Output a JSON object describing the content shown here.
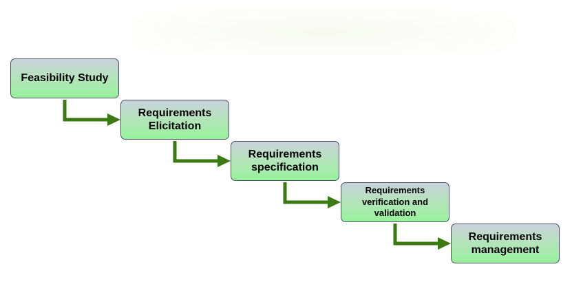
{
  "diagram": {
    "steps": [
      {
        "label": "Feasibility Study"
      },
      {
        "label": "Requirements Elicitation"
      },
      {
        "label": "Requirements specification"
      },
      {
        "label": "Requirements verification and validation"
      },
      {
        "label": "Requirements management"
      }
    ]
  },
  "colors": {
    "arrow": "#3a7a10",
    "box_border": "#4a4f6a",
    "box_top": "#c9d2dc",
    "box_bottom": "#97f29b"
  }
}
